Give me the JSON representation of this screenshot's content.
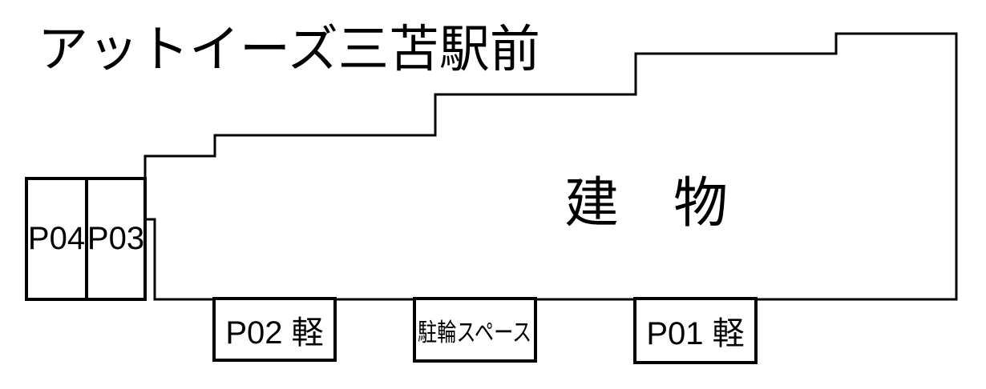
{
  "colors": {
    "background": "#ffffff",
    "line": "#000000",
    "text": "#000000"
  },
  "title": "アットイーズ三苫駅前",
  "building": {
    "label": "建　物"
  },
  "spaces": [
    {
      "id": "p04",
      "label": "P04"
    },
    {
      "id": "p03",
      "label": "P03"
    },
    {
      "id": "p02",
      "label": "P02 軽"
    },
    {
      "id": "bicycle",
      "label": "駐輪スペース"
    },
    {
      "id": "p01",
      "label": "P01 軽"
    }
  ]
}
